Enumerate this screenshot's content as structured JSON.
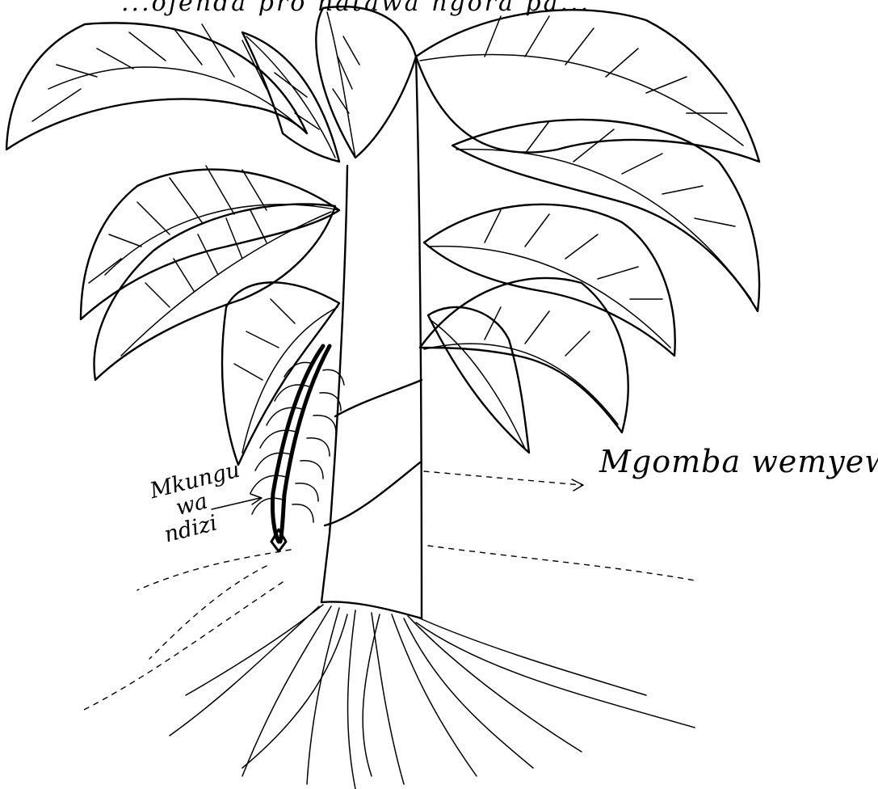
{
  "caption_top": "...ojenda  pro  natawa  ngora  pa...",
  "labels": {
    "mgomba": "Mgomba wemyewe",
    "mkungu": [
      "Mkungu",
      "wa",
      "ndizi"
    ]
  }
}
